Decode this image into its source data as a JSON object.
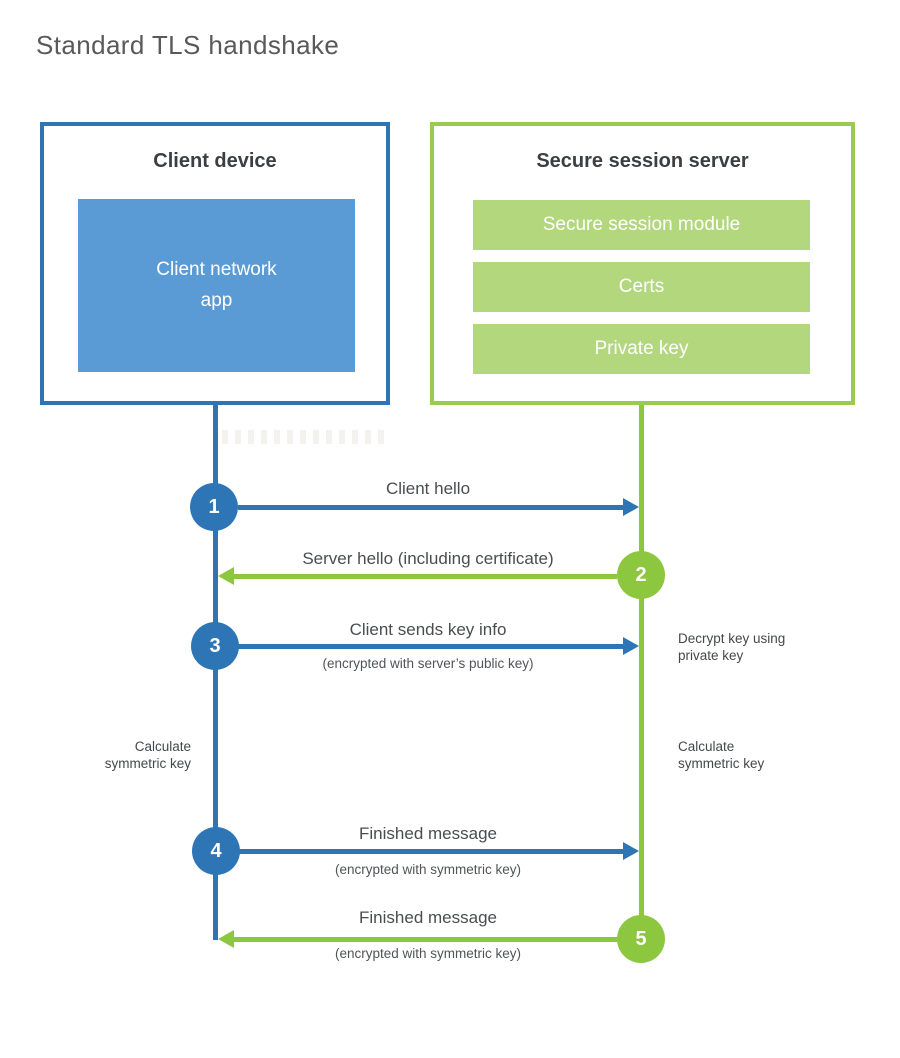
{
  "title": "Standard TLS handshake",
  "client": {
    "title": "Client device",
    "app": "Client network\napp"
  },
  "server": {
    "title": "Secure session server",
    "modules": [
      "Secure session module",
      "Certs",
      "Private key"
    ]
  },
  "steps": [
    {
      "num": "1",
      "direction": "client-to-server",
      "label": "Client hello",
      "sub": ""
    },
    {
      "num": "2",
      "direction": "server-to-client",
      "label": "Server hello (including certificate)",
      "sub": ""
    },
    {
      "num": "3",
      "direction": "client-to-server",
      "label": "Client sends key info",
      "sub": "(encrypted with server’s public key)"
    },
    {
      "num": "4",
      "direction": "client-to-server",
      "label": "Finished message",
      "sub": "(encrypted with symmetric key)"
    },
    {
      "num": "5",
      "direction": "server-to-client",
      "label": "Finished message",
      "sub": "(encrypted with symmetric key)"
    }
  ],
  "annotations": {
    "client_calculate": "Calculate\nsymmetric key",
    "server_decrypt": "Decrypt key using\nprivate key",
    "server_calculate": "Calculate\nsymmetric key"
  },
  "colors": {
    "blue_dark": "#2e75b6",
    "blue_fill": "#5b9bd5",
    "green_dark": "#8dc63f",
    "green_border": "#9aca4f",
    "green_fill": "#b2d77d"
  }
}
